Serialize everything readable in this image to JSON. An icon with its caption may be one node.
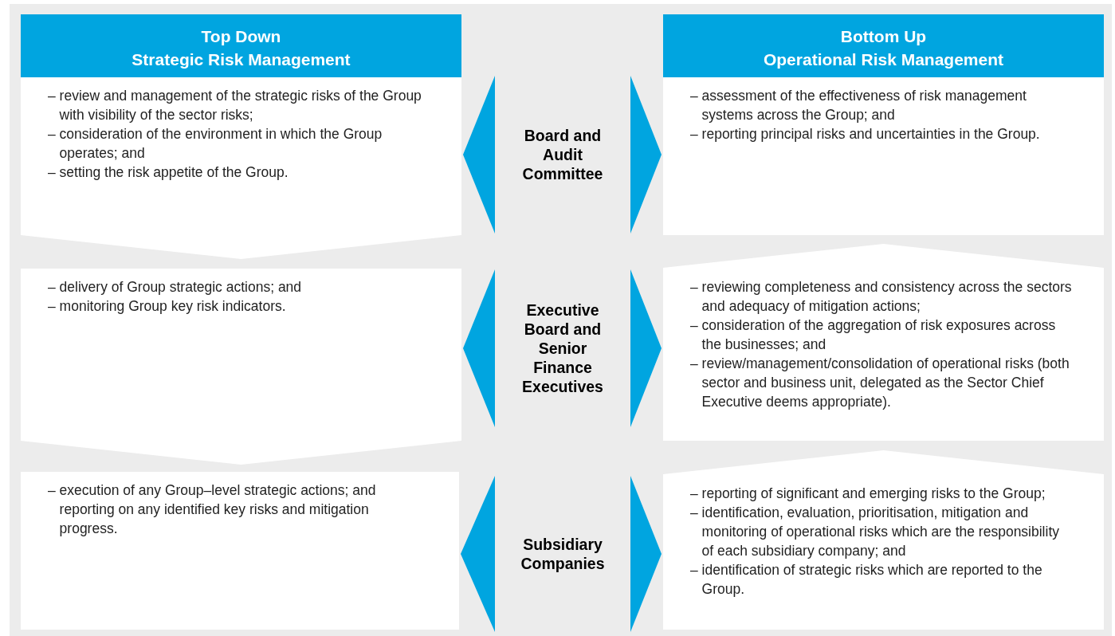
{
  "diagram": {
    "nodes": [
      {
        "text": [
          "Top Down",
          "Strategic Risk Management"
        ]
      },
      {
        "text": [
          "Bottom Up",
          "Operational Risk Management"
        ]
      },
      {
        "text": [
          "– review and management of the strategic risks of the Group with visibility of the sector risks;",
          "– consideration of the environment in which the Group operates; and",
          "– setting the risk appetite of the Group."
        ]
      },
      {
        "text": [
          "Board and Audit Committee"
        ]
      },
      {
        "text": [
          "– assessment of the effectiveness of risk management systems across the Group; and",
          "– reporting principal risks and uncertainties in the Group."
        ]
      },
      {
        "text": [
          "– delivery of Group strategic actions; and",
          "– monitoring Group key risk indicators."
        ]
      },
      {
        "text": [
          "Executive Board and Senior Finance Executives"
        ]
      },
      {
        "text": [
          "– reviewing completeness and consistency across the sectors and adequacy of mitigation actions;",
          "– consideration of the aggregation of risk exposures across the businesses; and",
          "– review/management/consolidation of operational risks (both sector and business unit, delegated as the Sector Chief Executive deems appropriate)."
        ]
      },
      {
        "text": [
          "– execution of any Group–level strategic actions; and reporting on any identified key risks and mitigation progress."
        ]
      },
      {
        "text": [
          "Subsidiary Companies"
        ]
      },
      {
        "text": [
          "– reporting of significant and emerging risks to the Group;",
          "– identification, evaluation, prioritisation, mitigation and monitoring of operational risks which are the responsibility of each subsidiary company; and",
          "– identification of strategic risks which are reported to the Group."
        ]
      }
    ],
    "edges": [
      {
        "from": 3,
        "to": 2,
        "arrow": "to"
      },
      {
        "from": 3,
        "to": 4,
        "arrow": "to"
      },
      {
        "from": 6,
        "to": 5,
        "arrow": "to"
      },
      {
        "from": 6,
        "to": 7,
        "arrow": "to"
      },
      {
        "from": 9,
        "to": 8,
        "arrow": "to"
      },
      {
        "from": 9,
        "to": 10,
        "arrow": "to"
      }
    ]
  }
}
